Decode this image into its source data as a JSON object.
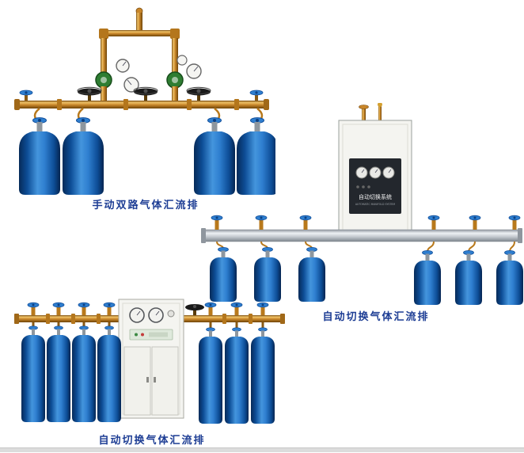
{
  "page": {
    "background": "#ffffff"
  },
  "products": [
    {
      "id": "manual-dual-manifold",
      "caption": "手动双路气体汇流排",
      "cylinder_count": 4
    },
    {
      "id": "auto-switch-manifold-wall-cabinet",
      "caption": "自动切换气体汇流排",
      "cylinder_count": 6,
      "cabinet": {
        "label": "自动切换系统",
        "sublabel": "AUTOMATIC MANIFOLD SYSTEM"
      }
    },
    {
      "id": "auto-switch-manifold-floor-cabinet",
      "caption": "自动切换气体汇流排",
      "cylinder_count": 7
    }
  ],
  "colors": {
    "caption_text": "#1d3d94",
    "brass_pipe": "#c8862a",
    "cylinder_blue": "#1465b8",
    "aluminum_bar": "#c3c9cf",
    "cabinet_body": "#f4f4f0"
  }
}
